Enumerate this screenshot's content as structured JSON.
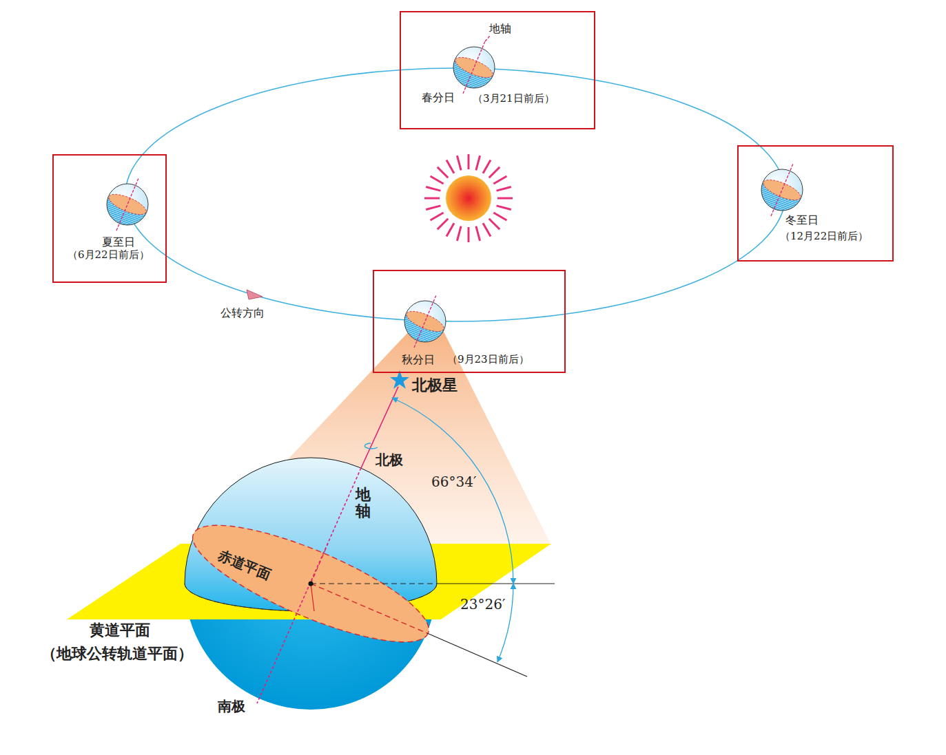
{
  "diagram": {
    "nodes": [
      {
        "text": [
          "地轴",
          "春分日",
          "（3月21日前后）"
        ]
      },
      {
        "text": [
          "夏至日",
          "（6月22日前后）"
        ]
      },
      {
        "text": [
          "冬至日",
          "（12月22日前后）"
        ]
      },
      {
        "text": [
          "秋分日",
          "（9月23日前后）"
        ]
      }
    ],
    "labels": [
      "公转方向",
      "北极星",
      "北极",
      "地轴",
      "66°34′",
      "赤道平面",
      "23°26′",
      "黄道平面",
      "（地球公转轨道平面）",
      "南极"
    ]
  }
}
